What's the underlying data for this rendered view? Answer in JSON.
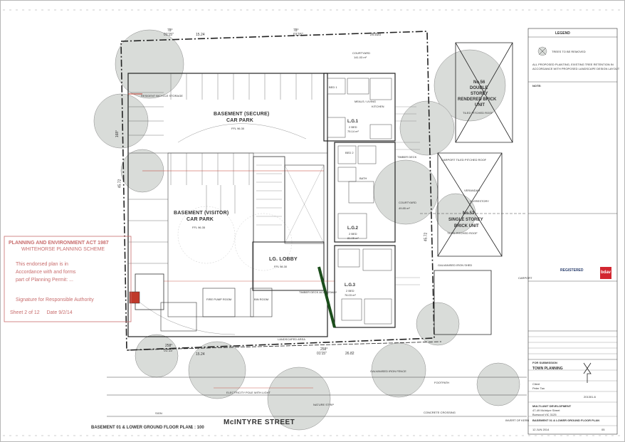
{
  "sheet": {
    "dimension_labels": {
      "top_left_angle": "78°",
      "top_left_bearing": "01'15\"",
      "top_left_length": "15.24",
      "top_right_angle": "78°",
      "top_right_bearing": "01'15\"",
      "top_right_length": "26.820",
      "left_side": "45.72",
      "left_side_bearing": "168°",
      "right_side": "45.72",
      "bottom_left_angle": "258°",
      "bottom_left_bearing": "01'15\"",
      "bottom_left_length": "15.24",
      "bottom_right_angle": "258°",
      "bottom_right_bearing": "01'15\"",
      "bottom_right_length": "26.82"
    },
    "rooms": {
      "secure_car_park_line1": "BASEMENT (SECURE)",
      "secure_car_park_line2": "CAR PARK",
      "secure_level": "FFL 96.30",
      "visitor_car_park_line1": "BASEMENT (VISITOR)",
      "visitor_car_park_line2": "CAR PARK",
      "visitor_level": "FFL 96.35",
      "lobby": "LG. LOBBY",
      "lobby_level": "FFL 98.30",
      "bike_storage": "RESIDENT BICYCLE STORAGE",
      "fire_pump_room": "FIRE PUMP ROOM",
      "bin_room": "BIN ROOM",
      "landscaped_area": "LANDSCAPED AREA",
      "timber_deck_accessway": "TIMBER DECK ACCESSWAY",
      "courtyard": "COURTYARD",
      "courtyard_area": "141.03 m²",
      "courtyard2": "COURTYARD",
      "courtyard2_area": "49.85 m²",
      "carport": "CARPORT",
      "verandah": "VERANDAH",
      "clerestory": "CLERESTORY",
      "galvanised_iron_shed": "GALVANISED IRON SHED",
      "timber_deck": "TIMBER DECK",
      "unit1": "L.G.1",
      "unit1_area": "2 BED",
      "unit1_size": "75.14 m²",
      "unit2": "L.G.2",
      "unit2_area": "2 BED",
      "unit2_size": "81.05 m²",
      "unit3": "L.G.3",
      "unit3_area": "2 BED",
      "unit3_size": "76.03 m²",
      "kitchen": "KITCHEN",
      "bath": "BATH",
      "meals_living": "MEALS / LIVING",
      "bed1": "BED 1",
      "bed2": "BED 2"
    },
    "neighbours": {
      "no56_line1": "No.56",
      "no56_line2": "DOUBLE",
      "no56_line3": "STOREY",
      "no56_line4": "RENDERED BRICK",
      "no56_line5": "UNIT",
      "no56_roof": "TILED PITCHED ROOF",
      "no53_line1": "No.53",
      "no53_line2": "SINGLE STOREY",
      "no53_line3": "BRICK UNIT",
      "no53_roof": "TILED PITCHED ROOF",
      "carport_roof": "CARPORT TILED PITCHED ROOF"
    },
    "street": {
      "name": "McINTYRE STREET",
      "footpath": "FOOTPATH",
      "nature_strip": "NATURE STRIP",
      "crossing": "CONCRETE CROSSING",
      "fence": "GALVANISED IRON FENCE",
      "electricity_pole": "ELECTRICITY POLE WITH LIGHT",
      "sign": "SIGN",
      "kerb": "INVERT OF KERB"
    },
    "drawing_title": "BASEMENT 01 & LOWER GROUND FLOOR PLAN",
    "scale": "1 : 100"
  },
  "stamp": {
    "line1": "PLANNING AND ENVIRONMENT ACT 1987",
    "line2": "WHITEHORSE PLANNING SCHEME",
    "line3": "This endorsed plan is in",
    "line4": "Accordance with and forms",
    "line5": "part of Planning Permit: ...",
    "line6": "Signature for Responsible Authority",
    "sheet_label": "Sheet",
    "sheet_no": "2",
    "of_label": "of",
    "sheet_total": "12",
    "date_label": "Date",
    "date_value": "9/2/14"
  },
  "legend": {
    "title": "LEGEND",
    "item1": "TREES TO BE REMOVED",
    "note_title": "NOTE:",
    "notes_a": "ALL PROPOSED PLANTING, EXISTING TREE RETENTION IN",
    "notes_b": "ACCORDANCE WITH PROPOSED LANDSCAPE DESIGN LAYOUT"
  },
  "title_block": {
    "status": "FOR SUBMISSION",
    "stage": "TOWN PLANNING",
    "client_label": "Client",
    "client": "Peter Tan",
    "project": "MULTI-UNIT DEVELOPMENT",
    "address": "47-49 McIntyre Street",
    "suburb": "Burwood VIC 3125",
    "drawing": "BASEMENT 01 & LOWER GROUND FLOOR PLAN",
    "date": "12 JUN 2014",
    "sheet": "05",
    "job": "201301-6"
  },
  "logos": {
    "registered": "REGISTERED",
    "bdav": "bdav"
  },
  "colors": {
    "tree": "#cfd3cf",
    "line": "#222222",
    "stamp": "#c86d6d",
    "highlight": "#c0392b"
  }
}
